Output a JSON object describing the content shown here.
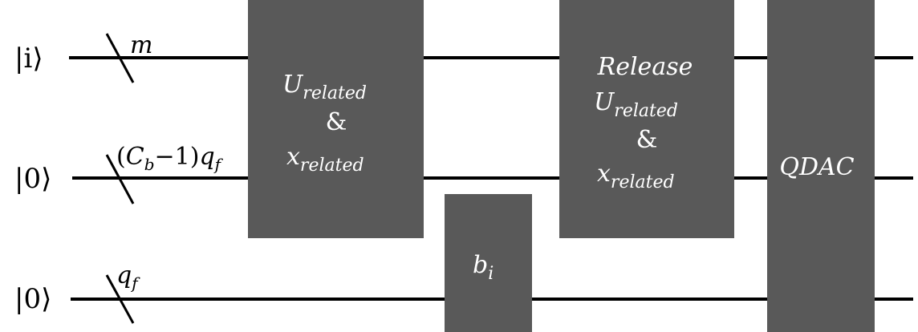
{
  "inputs": [
    {
      "ket": "|i⟩",
      "register_size": "m"
    },
    {
      "ket": "|0⟩",
      "register_size": "(C_b−1)q_f"
    },
    {
      "ket": "|0⟩",
      "register_size": "q_f"
    }
  ],
  "gates": {
    "related": {
      "u_base": "U",
      "u_sub": "related",
      "and": "&",
      "x_base": "x",
      "x_sub": "related"
    },
    "b": {
      "base": "b",
      "sub": "i"
    },
    "release": {
      "title": "Release",
      "u_base": "U",
      "u_sub": "related",
      "and": "&",
      "x_base": "x",
      "x_sub": "related"
    },
    "qdac": {
      "label": "QDAC"
    }
  },
  "colors": {
    "gate_fill": "#595959",
    "gate_text": "#ffffff",
    "wire": "#000000"
  }
}
